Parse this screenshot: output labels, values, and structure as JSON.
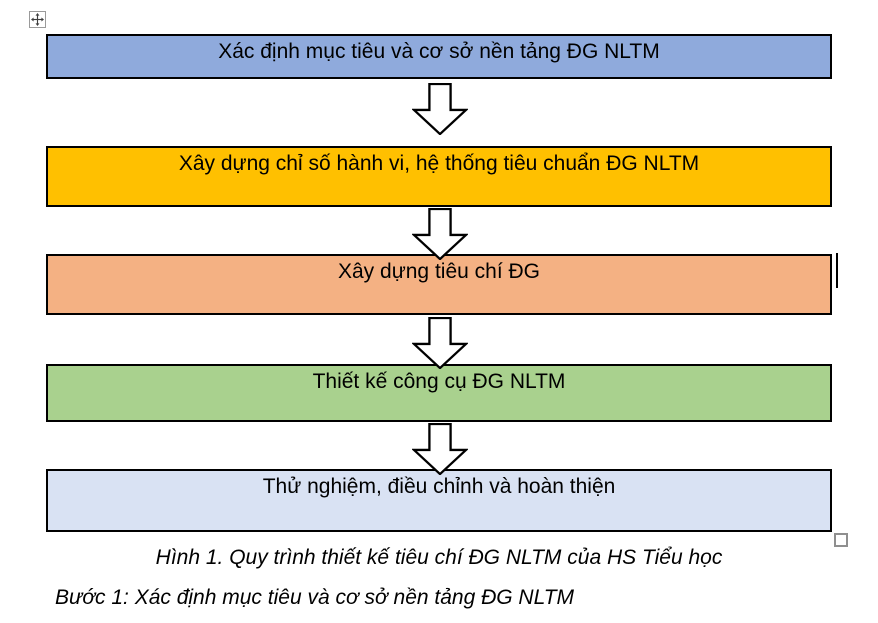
{
  "figure": {
    "boxes": [
      {
        "label": "Xác định mục tiêu và cơ sở nền tảng ĐG NLTM",
        "color": "#8FAADC"
      },
      {
        "label": "Xây dựng chỉ số hành vi, hệ thống tiêu chuẩn ĐG NLTM",
        "color": "#FFC000"
      },
      {
        "label": "Xây dựng tiêu chí ĐG",
        "color": "#F4B183"
      },
      {
        "label": "Thiết kế công cụ ĐG NLTM",
        "color": "#A9D18E"
      },
      {
        "label": "Thử nghiệm, điều chỉnh và hoàn thiện",
        "color": "#D9E2F3"
      }
    ],
    "border_color": "#000000",
    "arrow_fill": "#FFFFFF",
    "arrow_stroke": "#000000",
    "caption": "Hình 1. Quy trình thiết kế tiêu chí ĐG NLTM của HS Tiểu học",
    "step_note": "Bước 1: Xác định mục tiêu và cơ sở nền tảng ĐG NLTM",
    "icons": {
      "move_handle": "move-cross-icon",
      "resize_handle": "resize-square-icon"
    }
  }
}
